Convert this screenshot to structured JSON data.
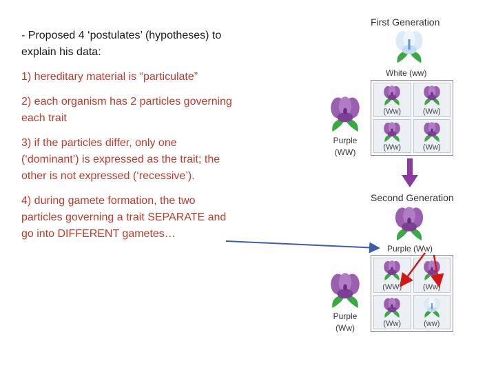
{
  "text": {
    "intro": "- Proposed 4 ‘postulates’ (hypotheses) to explain his data:",
    "points": [
      "1) hereditary material is “particulate”",
      "2) each organism has 2 particles governing each trait",
      "3) if the particles differ, only one (‘dominant’) is expressed as the trait; the other is not expressed (‘recessive’).",
      "4) during gamete formation, the two particles governing a trait SEPARATE and go into DIFFERENT gametes…"
    ]
  },
  "diagram": {
    "first_gen_title": "First Generation",
    "white_parent_label": "White (ww)",
    "purple_parent_label": "Purple",
    "purple_parent_geno": "(WW)",
    "grid1": [
      "(Ww)",
      "(Ww)",
      "(Ww)",
      "(Ww)"
    ],
    "second_gen_title": "Second Generation",
    "second_parent_label": "Purple (Ww)",
    "side2_label": "Purple",
    "side2_geno": "(Ww)",
    "grid2": [
      "(WW)",
      "(Ww)",
      "(Ww)",
      "(ww)"
    ]
  },
  "colors": {
    "purple_flower": "#9b5fb0",
    "white_flower": "#d7e7f7",
    "leaf": "#3aa843",
    "arrow_down": "#8a3aa0",
    "annotation_line": "#3a5ea8",
    "annotation_red": "#d01818",
    "point_text": "#c0392b"
  }
}
